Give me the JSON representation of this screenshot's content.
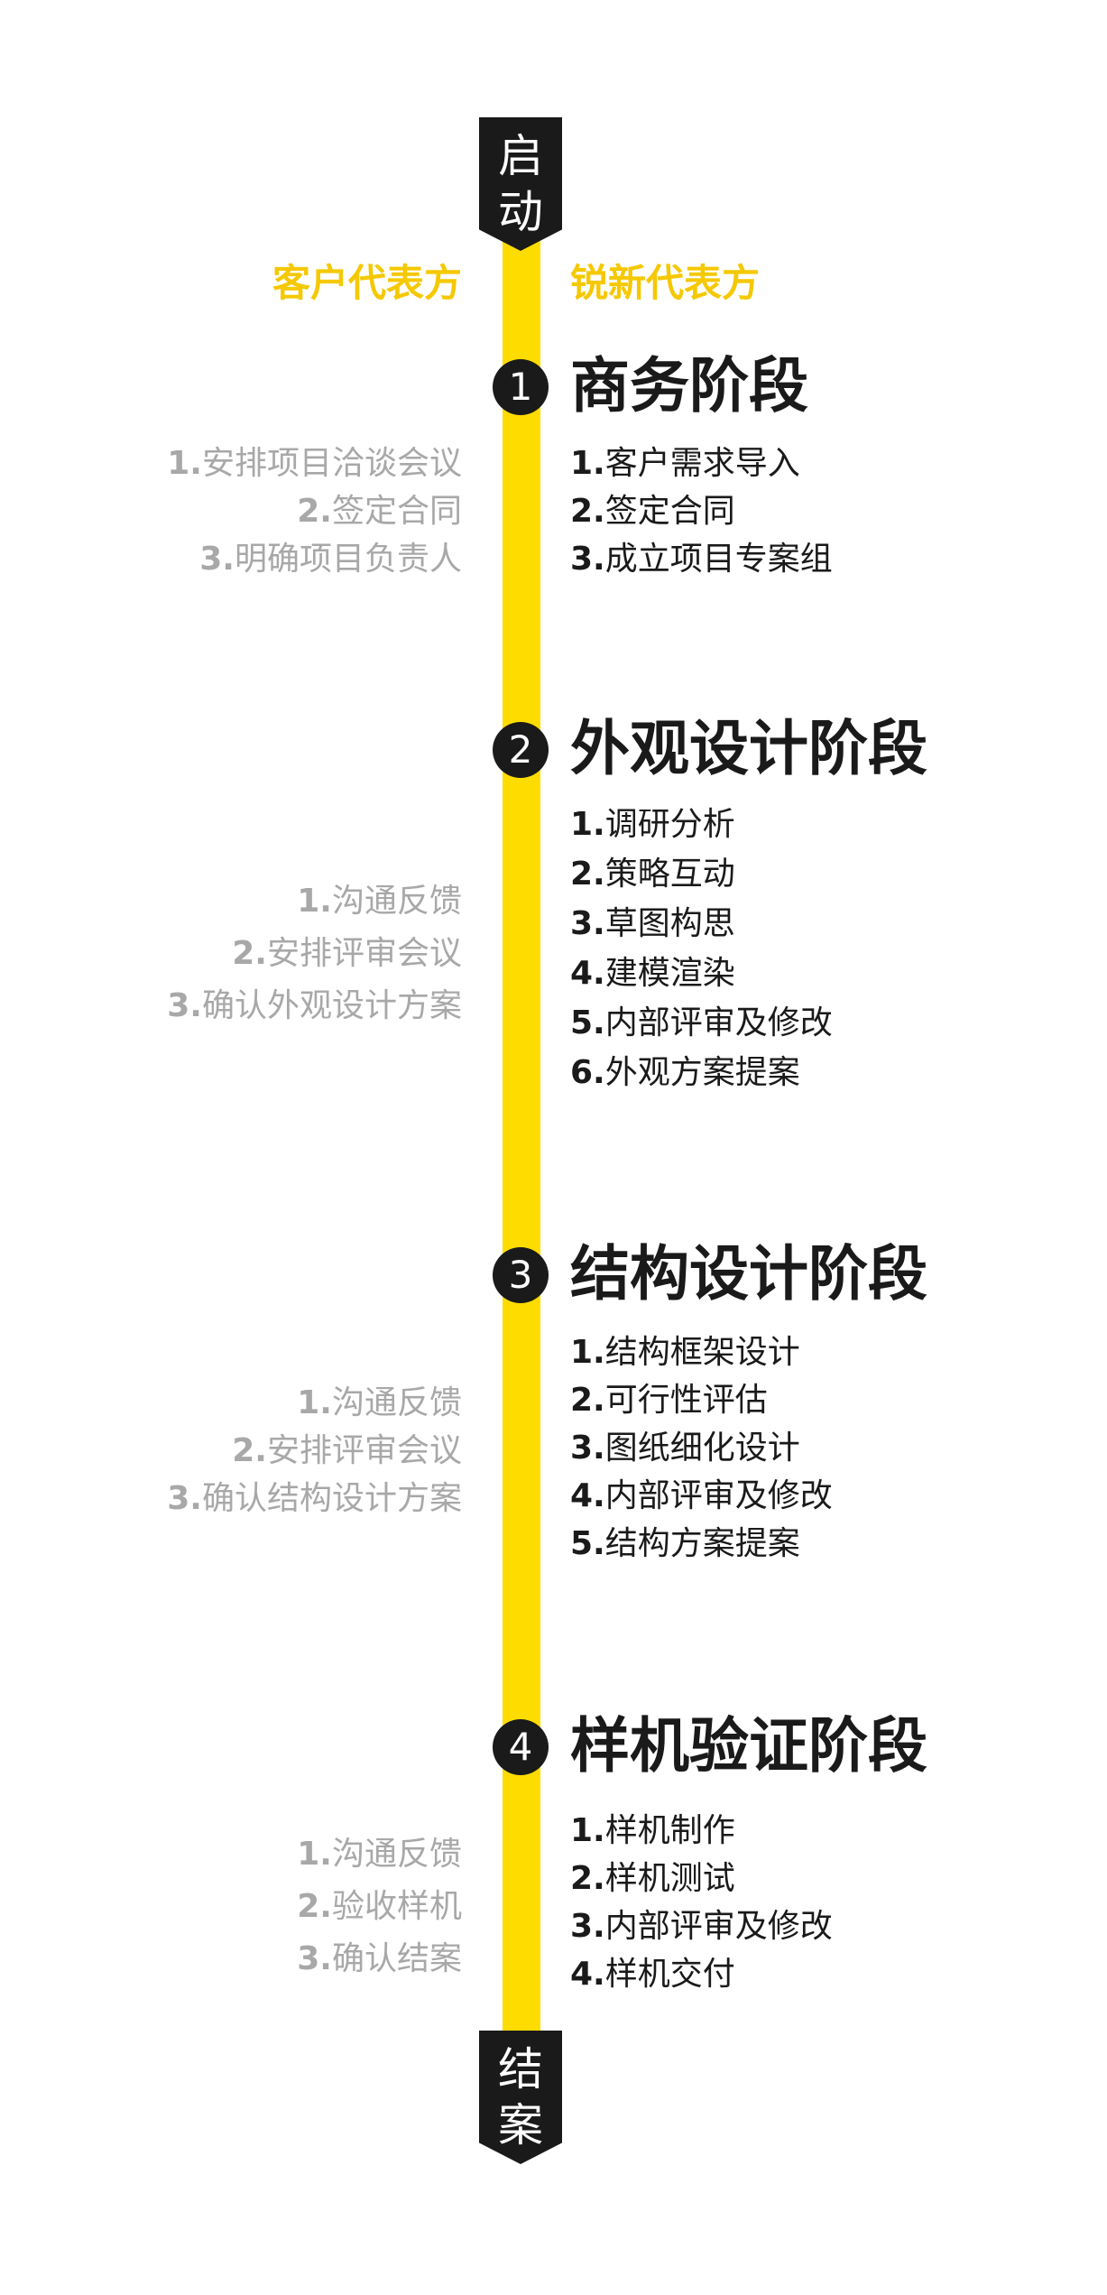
{
  "cap_start": [
    "启",
    "动"
  ],
  "cap_end": [
    "结",
    "案"
  ],
  "client_side_label": "客户代表方",
  "ruixin_side_label": "锐新代表方",
  "stages": [
    {
      "badge": "1",
      "title": "商务阶段",
      "client_items": [
        {
          "num": "1.",
          "text": "安排项目洽谈会议"
        },
        {
          "num": "2.",
          "text": "签定合同"
        },
        {
          "num": "3.",
          "text": "明确项目负责人"
        }
      ],
      "ruixin_items": [
        {
          "num": "1.",
          "text": "客户需求导入"
        },
        {
          "num": "2.",
          "text": "签定合同"
        },
        {
          "num": "3.",
          "text": "成立项目专案组"
        }
      ]
    },
    {
      "badge": "2",
      "title": "外观设计阶段",
      "client_items": [
        {
          "num": "1.",
          "text": "沟通反馈"
        },
        {
          "num": "2.",
          "text": "安排评审会议"
        },
        {
          "num": "3.",
          "text": "确认外观设计方案"
        }
      ],
      "ruixin_items": [
        {
          "num": "1.",
          "text": "调研分析"
        },
        {
          "num": "2.",
          "text": "策略互动"
        },
        {
          "num": "3.",
          "text": "草图构思"
        },
        {
          "num": "4.",
          "text": "建模渲染"
        },
        {
          "num": "5.",
          "text": "内部评审及修改"
        },
        {
          "num": "6.",
          "text": "外观方案提案"
        }
      ]
    },
    {
      "badge": "3",
      "title": "结构设计阶段",
      "client_items": [
        {
          "num": "1.",
          "text": "沟通反馈"
        },
        {
          "num": "2.",
          "text": "安排评审会议"
        },
        {
          "num": "3.",
          "text": "确认结构设计方案"
        }
      ],
      "ruixin_items": [
        {
          "num": "1.",
          "text": "结构框架设计"
        },
        {
          "num": "2.",
          "text": "可行性评估"
        },
        {
          "num": "3.",
          "text": "图纸细化设计"
        },
        {
          "num": "4.",
          "text": "内部评审及修改"
        },
        {
          "num": "5.",
          "text": "结构方案提案"
        }
      ]
    },
    {
      "badge": "4",
      "title": "样机验证阶段",
      "client_items": [
        {
          "num": "1.",
          "text": "沟通反馈"
        },
        {
          "num": "2.",
          "text": "验收样机"
        },
        {
          "num": "3.",
          "text": "确认结案"
        }
      ],
      "ruixin_items": [
        {
          "num": "1.",
          "text": "样机制作"
        },
        {
          "num": "2.",
          "text": "样机测试"
        },
        {
          "num": "3.",
          "text": "内部评审及修改"
        },
        {
          "num": "4.",
          "text": "样机交付"
        }
      ]
    }
  ],
  "colors": {
    "accent": "#FFDC00",
    "label": "#F5C800",
    "dark": "#1a1a1a",
    "muted": "#a8a8a8"
  }
}
